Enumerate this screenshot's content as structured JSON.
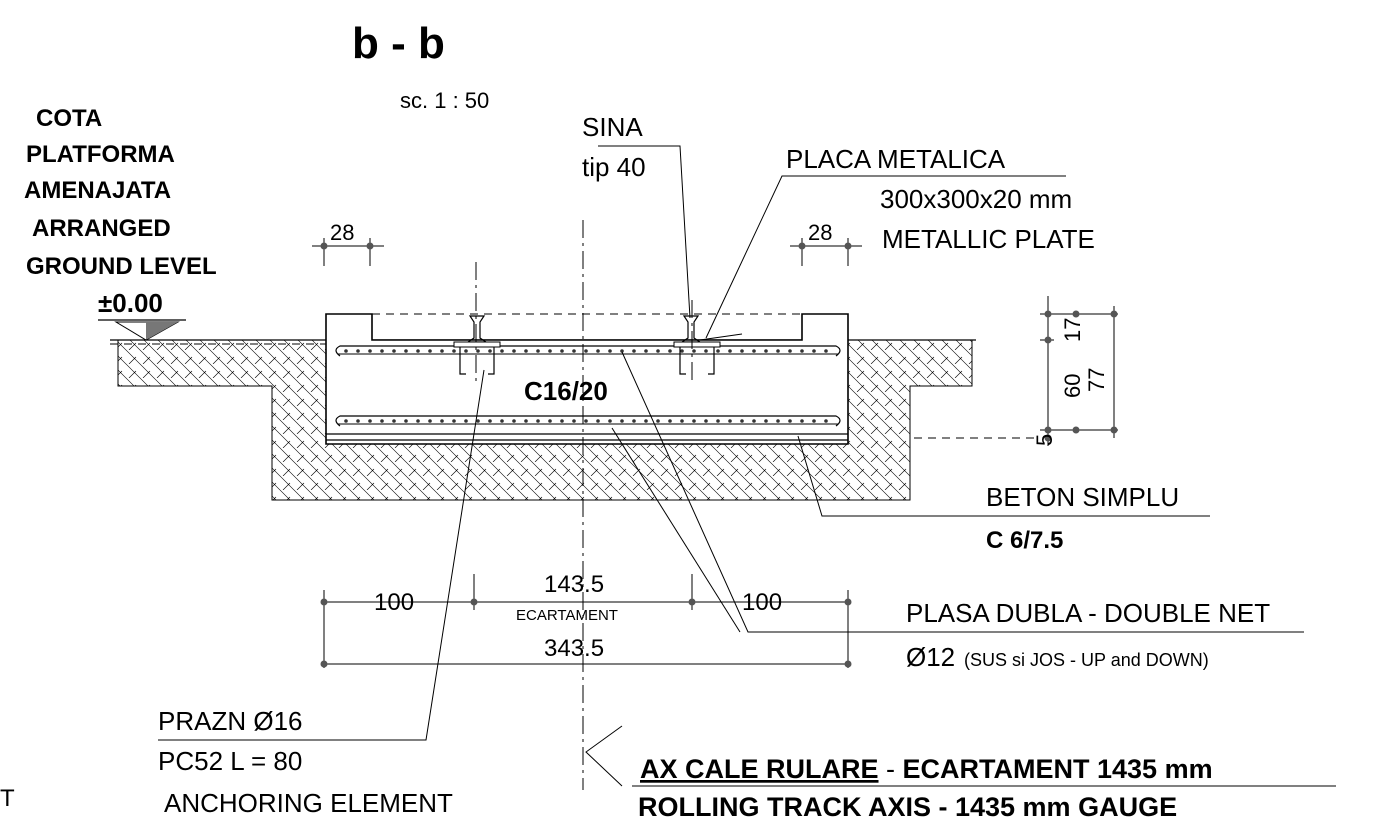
{
  "title": "b - b",
  "scale": "sc. 1 : 50",
  "ground_level": {
    "lines": [
      "COTA",
      "PLATFORMA",
      "AMENAJATA",
      "ARRANGED",
      "GROUND LEVEL"
    ],
    "elevation": "±0.00"
  },
  "rail": {
    "line1": "SINA",
    "line2": "tip 40"
  },
  "plate": {
    "line1": "PLACA METALICA",
    "line2": "300x300x20 mm",
    "line3": "METALLIC PLATE"
  },
  "dims": {
    "offset_left": "28",
    "offset_right": "28",
    "h_top": "17",
    "h_middle": "60",
    "h_total": "77",
    "h_bottom": "5",
    "side_left": "100",
    "gauge": "143.5",
    "gauge_label": "ECARTAMENT",
    "side_right": "100",
    "total_width": "343.5"
  },
  "concrete_slab": "C16/20",
  "plain_concrete": {
    "line1": "BETON SIMPLU",
    "line2": "C 6/7.5"
  },
  "net": {
    "line1": "PLASA DUBLA - DOUBLE NET",
    "diameter": "Ø12",
    "note": "(SUS si JOS - UP and DOWN)"
  },
  "anchor": {
    "line1": "PRAZN  Ø16",
    "line2": "PC52   L = 80",
    "line3": "ANCHORING ELEMENT"
  },
  "track_axis": {
    "line1_a": "AX CALE RULARE",
    "line1_sep": " - ",
    "line1_b": "ECARTAMENT 1435 mm",
    "line2": "ROLLING TRACK AXIS - 1435 mm GAUGE"
  },
  "edge_mark": "T"
}
